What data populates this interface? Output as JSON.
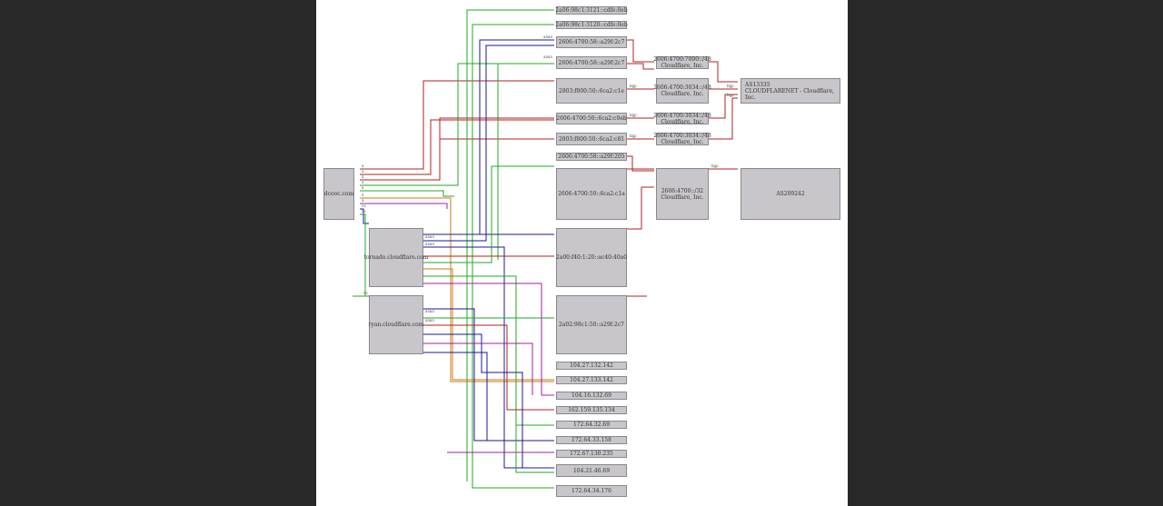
{
  "nodes": {
    "root": "dcooc.com",
    "ns1": "tornado.cloudflare.com",
    "ns2": "ryan.cloudflare.com",
    "v6_top1": "2a06:98c1:3121::cdfe:0eb",
    "v6_top2": "2a06:98c1:3120::cdfe:0eb",
    "v6_a": "2606:4700:58::a29f:2c7",
    "v6_b": "2606:4700:58::a29f:2c7",
    "v6_c": "2803:f800:50::6ca2:c1e",
    "v6_d": "2606:4700:50::6ca2:c0eb",
    "v6_e": "2803:f800:50::6ca2:c81",
    "v6_f": "2606:4700:58::a29f:205",
    "v6_g": "2606:4700:50::6ca2:c1a",
    "v6_h": "2a00:f40:1:20::ac40:40a0",
    "v6_i": "2a02:98c1:50::a29f:2c7",
    "pfx1": "2606:4700:7000::/48\nCloudflare, Inc.",
    "pfx2": "2606:4700:3034::/48\nCloudflare, Inc.",
    "pfx3": "2606:4700:3034::/48\nCloudflare, Inc.",
    "pfx4": "2606:4700:3034::/48\nCloudflare, Inc.",
    "pfx5": "2606:4700::/32\nCloudflare, Inc.",
    "as1": "AS13335\nCLOUDFLARENET - Cloudflare, Inc.",
    "as2": "AS209242",
    "ip1": "104.27.132.142",
    "ip2": "104.27.133.142",
    "ip3": "104.16.132.69",
    "ip4": "162.159.135.134",
    "ip5": "172.64.32.69",
    "ip6": "172.64.33.158",
    "ip7": "172.67.130.235",
    "ip8": "104.21.46.69",
    "ip9": "172.64.34.176"
  },
  "colors": {
    "red": "#b22222",
    "green": "#22aa22",
    "blue": "#1a1a9a",
    "orange": "#cc7a1a",
    "purple": "#a020a0",
    "node_fill": "#c8c6ca"
  }
}
